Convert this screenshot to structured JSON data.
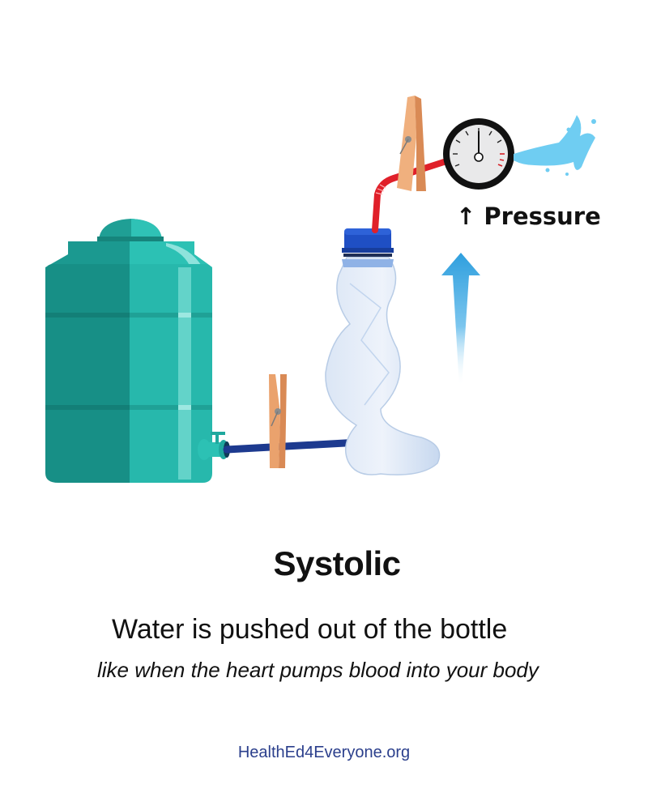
{
  "diagram": {
    "pressure_label": "↑ Pressure",
    "pressure_arrow_glyph": "↑",
    "components": [
      {
        "name": "water-tank",
        "color": "#1fa89e"
      },
      {
        "name": "tap-valve",
        "color": "#2cc1b4"
      },
      {
        "name": "blue-hose",
        "color": "#1d3a8f"
      },
      {
        "name": "clothespin-lower",
        "color": "#e9a06c"
      },
      {
        "name": "plastic-bottle",
        "color": "#cfe0f3"
      },
      {
        "name": "bottle-cap",
        "color": "#1f4fc4"
      },
      {
        "name": "red-straw",
        "color": "#e0202a"
      },
      {
        "name": "clothespin-upper",
        "color": "#e9a06c"
      },
      {
        "name": "pressure-gauge",
        "color": "#111111"
      },
      {
        "name": "water-spray",
        "color": "#6fcdf2"
      },
      {
        "name": "upward-arrow",
        "color": "#3aa7e0"
      }
    ]
  },
  "text": {
    "title": "Systolic",
    "subtitle": "Water is pushed out of the bottle",
    "caption": "like when the heart pumps blood into your body"
  },
  "footer": {
    "link_text": "HealthEd4Everyone.org",
    "link_color": "#2b3f8c"
  }
}
